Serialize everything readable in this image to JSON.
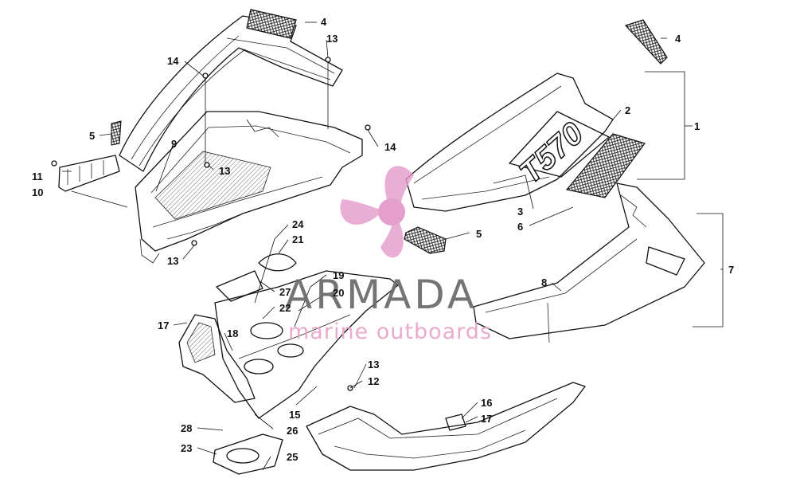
{
  "watermark": {
    "brand": "ARMADA",
    "subtitle": "marine outboards",
    "logo_color": "#e39acb",
    "brand_color": "#6d6d6d"
  },
  "decal_text": "T570",
  "callouts": [
    {
      "id": "c1",
      "text": "1"
    },
    {
      "id": "c2",
      "text": "2"
    },
    {
      "id": "c3",
      "text": "3"
    },
    {
      "id": "c4a",
      "text": "4"
    },
    {
      "id": "c4b",
      "text": "4"
    },
    {
      "id": "c5a",
      "text": "5"
    },
    {
      "id": "c5b",
      "text": "5"
    },
    {
      "id": "c6",
      "text": "6"
    },
    {
      "id": "c7",
      "text": "7"
    },
    {
      "id": "c8",
      "text": "8"
    },
    {
      "id": "c9",
      "text": "9"
    },
    {
      "id": "c10",
      "text": "10"
    },
    {
      "id": "c11",
      "text": "11"
    },
    {
      "id": "c12",
      "text": "12"
    },
    {
      "id": "c13a",
      "text": "13"
    },
    {
      "id": "c13b",
      "text": "13"
    },
    {
      "id": "c13c",
      "text": "13"
    },
    {
      "id": "c13d",
      "text": "13"
    },
    {
      "id": "c14a",
      "text": "14"
    },
    {
      "id": "c14b",
      "text": "14"
    },
    {
      "id": "c15",
      "text": "15"
    },
    {
      "id": "c16",
      "text": "16"
    },
    {
      "id": "c17a",
      "text": "17"
    },
    {
      "id": "c17b",
      "text": "17"
    },
    {
      "id": "c18",
      "text": "18"
    },
    {
      "id": "c19",
      "text": "19"
    },
    {
      "id": "c20",
      "text": "20"
    },
    {
      "id": "c21",
      "text": "21"
    },
    {
      "id": "c22",
      "text": "22"
    },
    {
      "id": "c23",
      "text": "23"
    },
    {
      "id": "c24",
      "text": "24"
    },
    {
      "id": "c25",
      "text": "25"
    },
    {
      "id": "c26",
      "text": "26"
    },
    {
      "id": "c27",
      "text": "27"
    },
    {
      "id": "c28",
      "text": "28"
    }
  ]
}
